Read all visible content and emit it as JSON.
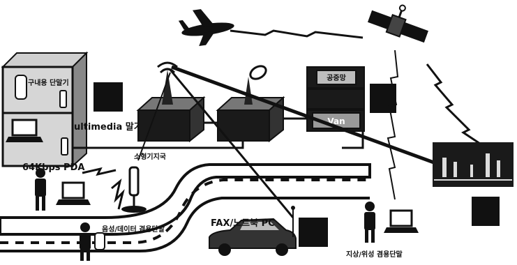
{
  "labels": {
    "pager_terminal": "구내용 단말기",
    "multimedia_terminal": "ultimedia 말기",
    "pda": "64Kbps PDA",
    "small_base_station": "소형기지국",
    "voice_data_terminal": "음성/데이터 겸용단말",
    "fax_notebook": "FAX/노트북 PC",
    "public_network": "공중망",
    "van": "Van",
    "terrestrial_satellite_terminal": "지상/위성 겸용단말"
  },
  "colors": {
    "ink": "#111111",
    "box_fill": "#1a1a1a",
    "panel_fill": "#cfcfcf",
    "background": "#ffffff"
  },
  "icons": [
    "airplane-icon",
    "satellite-icon",
    "antenna-icon",
    "dish-icon",
    "laptop-icon",
    "person-icon",
    "phone-icon",
    "car-icon",
    "city-skyline-icon"
  ]
}
